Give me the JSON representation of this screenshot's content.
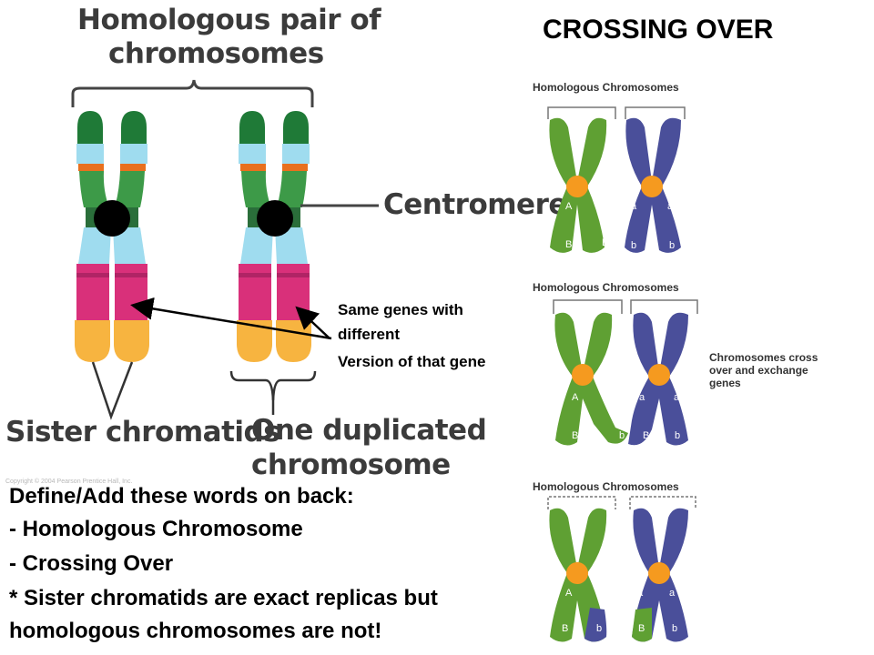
{
  "left_figure": {
    "title_line1": "Homologous pair of",
    "title_line2": "chromosomes",
    "centromere_label": "Centromere",
    "sister_chromatids_label": "Sister chromatids",
    "duplicated_line1": "One duplicated",
    "duplicated_line2": "chromosome",
    "copyright": "Copyright © 2004 Pearson Prentice Hall, Inc."
  },
  "annotation": {
    "line1": "Same genes with",
    "line2": "different",
    "line3": "Version of that gene"
  },
  "crossing_over": {
    "title": "CROSSING OVER",
    "panels": [
      {
        "label": "Homologous Chromosomes",
        "allele_labels": [
          "A",
          "A",
          "a",
          "a",
          "B",
          "B",
          "b",
          "b"
        ]
      },
      {
        "label": "Homologous Chromosomes",
        "side_note_line1": "Chromosomes cross",
        "side_note_line2": "over and exchange",
        "side_note_line3": "genes",
        "allele_labels": [
          "A",
          "A",
          "a",
          "a",
          "B",
          "b",
          "B",
          "b"
        ]
      },
      {
        "label": "Homologous Chromosomes",
        "allele_labels": [
          "A",
          "A",
          "a",
          "a",
          "B",
          "b",
          "B",
          "b"
        ]
      }
    ]
  },
  "instructions": {
    "line1": "Define/Add these words on back:",
    "line2": " - Homologous Chromosome",
    "line3": " - Crossing Over",
    "line4": " * Sister chromatids are exact replicas but",
    "line5": "homologous chromosomes are not!"
  },
  "colors": {
    "chromatid_green": "#2f8a3a",
    "chromatid_lightblue": "#a8e0f0",
    "chromatid_orange_band": "#e8701e",
    "chromatid_magenta": "#d9307a",
    "chromatid_yellow": "#f7b440",
    "crossover_green": "#5fa033",
    "crossover_blue": "#4a4f9a",
    "centromere_orange": "#f59a1f"
  }
}
